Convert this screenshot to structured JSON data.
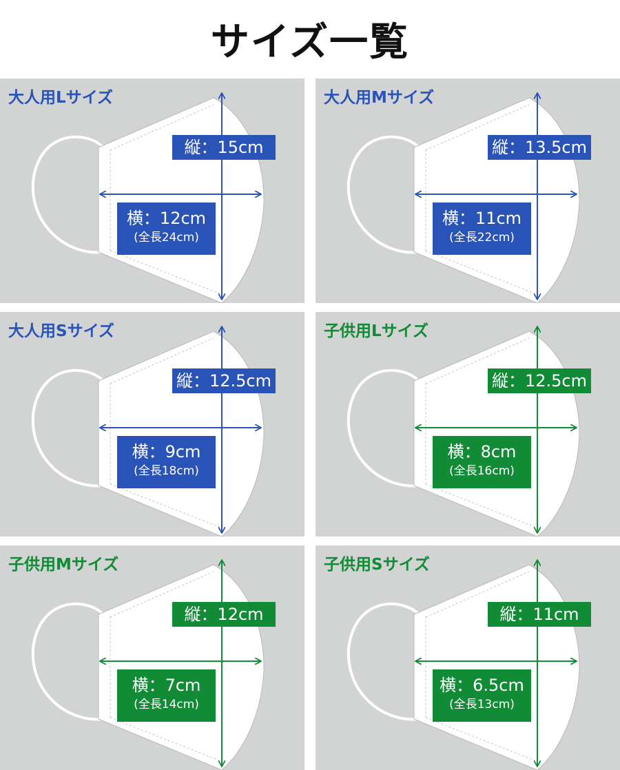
{
  "title": "サイズ一覧",
  "colors": {
    "adult": "#2a53b8",
    "child": "#118b35",
    "panel_background": "#d2d3d3"
  },
  "panels": [
    {
      "title": "大人用Lサイズ",
      "group": "adult",
      "height": "縦：15cm",
      "width": "横：12cm",
      "full_length": "(全長24cm)"
    },
    {
      "title": "大人用Mサイズ",
      "group": "adult",
      "height": "縦：13.5cm",
      "width": "横：11cm",
      "full_length": "(全長22cm)"
    },
    {
      "title": "大人用Sサイズ",
      "group": "adult",
      "height": "縦：12.5cm",
      "width": "横：9cm",
      "full_length": "(全長18cm)"
    },
    {
      "title": "子供用Lサイズ",
      "group": "child",
      "height": "縦：12.5cm",
      "width": "横：8cm",
      "full_length": "(全長16cm)"
    },
    {
      "title": "子供用Mサイズ",
      "group": "child",
      "height": "縦：12cm",
      "width": "横：7cm",
      "full_length": "(全長14cm)"
    },
    {
      "title": "子供用Sサイズ",
      "group": "child",
      "height": "縦：11cm",
      "width": "横：6.5cm",
      "full_length": "(全長13cm)"
    }
  ]
}
